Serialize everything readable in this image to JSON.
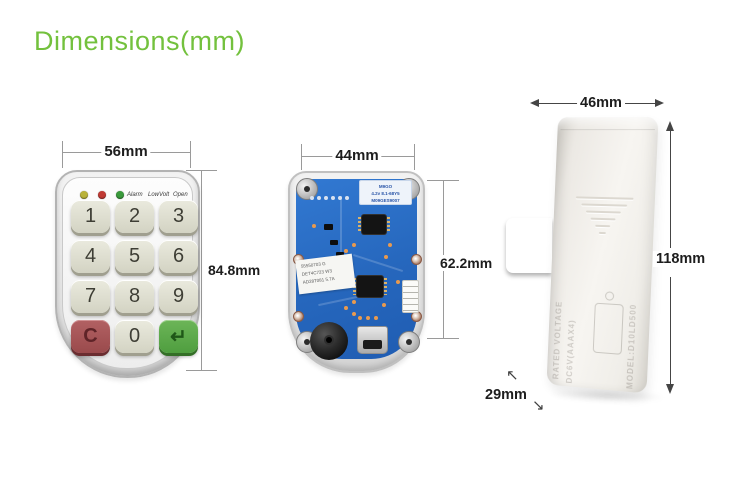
{
  "title": "Dimensions(mm)",
  "colors": {
    "accent_green": "#73c13d",
    "pcb_blue": "#2a6cc0",
    "clear_key_red": "#9a4a4c",
    "enter_key_green": "#55a344",
    "latch_black": "#2a2825",
    "dimension_text": "#1d1d1d"
  },
  "keypad": {
    "width_label": "56mm",
    "height_label": "84.8mm",
    "status_labels": [
      "Alarm",
      "LowVolt",
      "Open"
    ],
    "keys": [
      "1",
      "2",
      "3",
      "4",
      "5",
      "6",
      "7",
      "8",
      "9",
      "C",
      "0",
      "↵"
    ]
  },
  "pcb": {
    "width_label": "44mm",
    "height_label": "62.2mm",
    "spec_label_lines": [
      "M9GO",
      "4.2v 8.1-68Y5",
      "M09GES9007"
    ],
    "sticker_lines": [
      "55550703 G",
      "DET4C723 W3",
      "AD28T081 5.7A"
    ]
  },
  "lock": {
    "width_label": "46mm",
    "height_label": "118mm",
    "depth_label": "29mm",
    "embossed_lines": [
      "RATED VOLTAGE",
      "DC6V(AAAX4)",
      "MODEL:D10LD500"
    ],
    "depth_arrow_icons": {
      "up_left": "↖",
      "down_right": "↘"
    }
  }
}
